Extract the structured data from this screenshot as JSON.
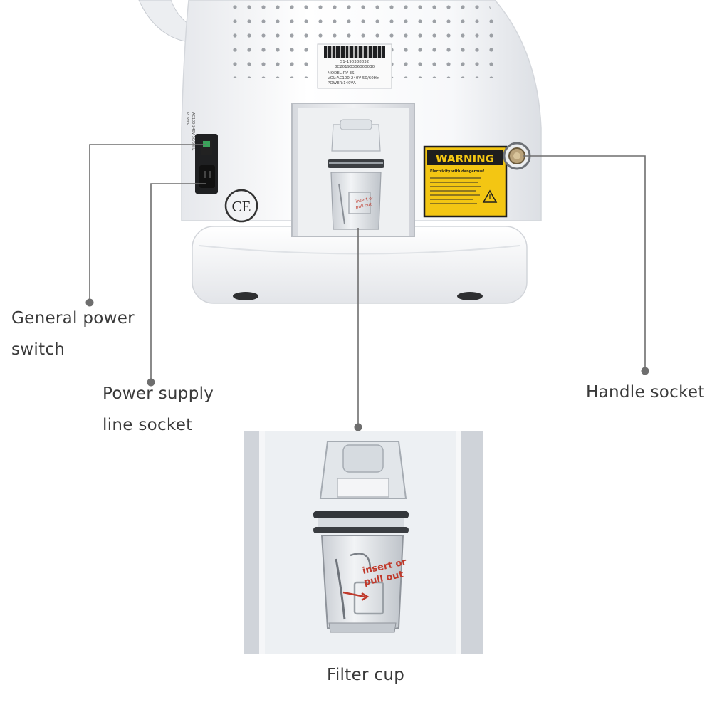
{
  "callouts": {
    "power_switch": {
      "line1": "General power",
      "line2": "switch"
    },
    "power_socket": {
      "line1": "Power supply",
      "line2": "line socket"
    },
    "handle_socket": {
      "label": "Handle socket"
    },
    "filter_cup": {
      "label": "Filter cup"
    }
  },
  "device": {
    "serial_lines": [
      "S1-190388832",
      "8C20190306000030"
    ],
    "spec_lines": [
      "MODEL:RV-3S",
      "VOL:AC100-240V  50/60Hz",
      "POWER:140VA"
    ],
    "switch_caption": [
      "POWER",
      "AC100-240V  50/60Hz"
    ],
    "ce_mark": "CE",
    "warning_title": "WARNING",
    "warning_subtitle": "Electricity with dangerous!",
    "cup_text": [
      "insert or",
      "pull out"
    ]
  },
  "colors": {
    "warning_yellow": "#f3c613",
    "leader_line": "#6e6e6e",
    "body_white": "#f4f5f7"
  }
}
